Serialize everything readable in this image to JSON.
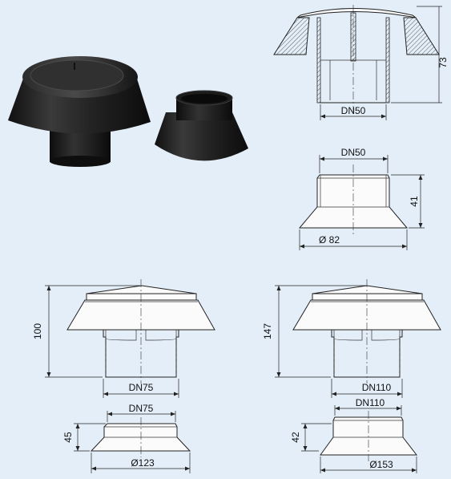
{
  "photo": {
    "items": [
      "cap-photo",
      "adapter-photo"
    ]
  },
  "drawings": {
    "vent_dn50": {
      "width_label": "DN50",
      "height_label": "73"
    },
    "adapter_dn50": {
      "top_label": "DN50",
      "height_label": "41",
      "bottom_label": "Ø 82"
    },
    "vent_dn75": {
      "height_label": "100",
      "width_label": "DN75"
    },
    "vent_dn110": {
      "height_label": "147",
      "width_label": "DN110"
    },
    "adapter_dn75": {
      "top_label": "DN75",
      "height_label": "45",
      "bottom_label": "Ø123"
    },
    "adapter_dn110": {
      "top_label": "DN110",
      "height_label": "42",
      "bottom_label": "Ø153"
    }
  },
  "colors": {
    "background": "#e4eef8",
    "product": "#1b1b1b",
    "line": "#222222"
  }
}
